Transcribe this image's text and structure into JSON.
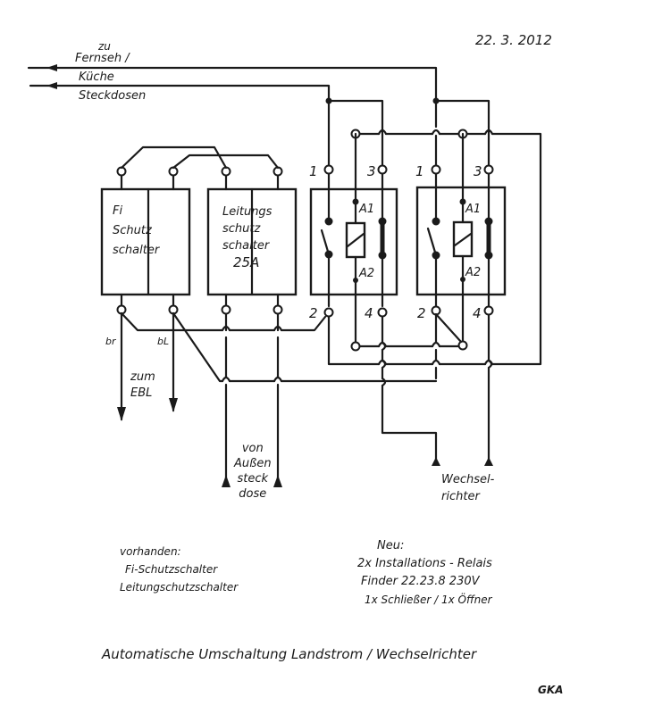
{
  "header": {
    "date": "22. 3. 2012",
    "output_label_line1": "zu",
    "output_label_line2": "Fernseh /",
    "output_label_line3": "Küche",
    "output_label_line4": "Steckdosen"
  },
  "components": {
    "rcd": {
      "line1": "Fi",
      "line2": "Schutz",
      "line3": "schalter"
    },
    "mcb": {
      "line1": "Leitungs",
      "line2": "schutz",
      "line3": "schalter",
      "rating": "25A"
    },
    "relay_left": {
      "pin1": "1",
      "pin3": "3",
      "pin2": "2",
      "pin4": "4",
      "coil_top": "A1",
      "coil_bottom": "A2"
    },
    "relay_right": {
      "pin1": "1",
      "pin3": "3",
      "pin2": "2",
      "pin4": "4",
      "coil_top": "A1",
      "coil_bottom": "A2"
    }
  },
  "wires": {
    "brown": "br",
    "blue": "bL",
    "ebl_line1": "zum",
    "ebl_line2": "EBL",
    "shore_line1": "von",
    "shore_line2": "Außen",
    "shore_line3": "steck",
    "shore_line4": "dose",
    "inverter_line1": "Wechsel-",
    "inverter_line2": "richter"
  },
  "notes": {
    "existing_heading": "vorhanden:",
    "existing_items": [
      "Fi-Schutzschalter",
      "Leitungschutzschalter"
    ],
    "new_heading": "Neu:",
    "new_items": [
      "2x Installations - Relais",
      "Finder  22.23.8  230V",
      "1x Schließer  / 1x Öffner"
    ]
  },
  "footer": {
    "title": "Automatische Umschaltung  Landstrom / Wechselrichter",
    "signature": "GKA"
  },
  "colors": {
    "ink": "#1a1a1a",
    "paper": "#ffffff"
  }
}
